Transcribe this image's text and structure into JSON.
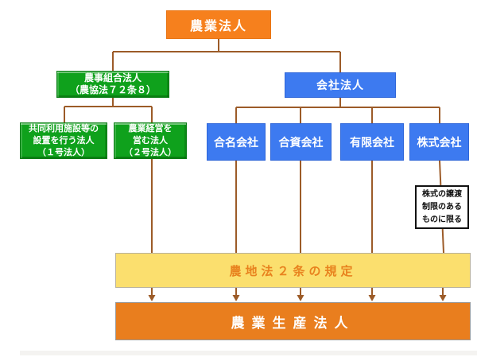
{
  "diagram": {
    "type": "org-flowchart",
    "colors": {
      "root_orange": "#f6801d",
      "green": "#0fa11c",
      "blue": "#3d7af0",
      "yellow_band": "#fbdf6e",
      "yellow_band_text": "#e8821e",
      "bottom_orange": "#e97e1e",
      "connector_brown": "#9c5b28",
      "note_border": "#111111"
    },
    "nodes": {
      "top": {
        "label": "農業法人"
      },
      "coop": {
        "lines": [
          "農事組合法人",
          "（農協法７２条８）"
        ]
      },
      "coop1": {
        "lines": [
          "共同利用施設等の",
          "設置を行う法人",
          "（１号法人）"
        ]
      },
      "coop2": {
        "lines": [
          "農業経営を",
          "営む法人",
          "（２号法人）"
        ]
      },
      "company": {
        "label": "会社法人"
      },
      "gomei": {
        "label": "合名会社"
      },
      "goshi": {
        "label": "合資会社"
      },
      "yugen": {
        "label": "有限会社"
      },
      "kabushiki": {
        "label": "株式会社"
      },
      "note": {
        "lines": [
          "株式の譲渡",
          "制限のある",
          "ものに限る"
        ]
      },
      "farmland_law": {
        "label": "農地法２条の規定"
      },
      "production": {
        "label": "農業生産法人"
      }
    }
  }
}
